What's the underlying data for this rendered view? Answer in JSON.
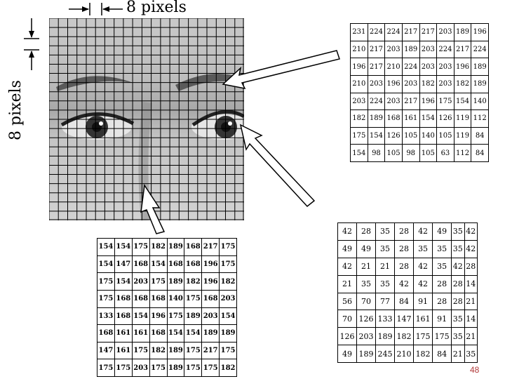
{
  "labels": {
    "top": "8 pixels",
    "left": "8 pixels"
  },
  "matrices": {
    "top_right": [
      [
        "231",
        "224",
        "224",
        "217",
        "217",
        "203",
        "189",
        "196"
      ],
      [
        "210",
        "217",
        "203",
        "189",
        "203",
        "224",
        "217",
        "224"
      ],
      [
        "196",
        "217",
        "210",
        "224",
        "203",
        "203",
        "196",
        "189"
      ],
      [
        "210",
        "203",
        "196",
        "203",
        "182",
        "203",
        "182",
        "189"
      ],
      [
        "203",
        "224",
        "203",
        "217",
        "196",
        "175",
        "154",
        "140"
      ],
      [
        "182",
        "189",
        "168",
        "161",
        "154",
        "126",
        "119",
        "112"
      ],
      [
        "175",
        "154",
        "126",
        "105",
        "140",
        "105",
        "119",
        "84"
      ],
      [
        "154",
        "98",
        "105",
        "98",
        "105",
        "63",
        "112",
        "84"
      ]
    ],
    "bottom_left": [
      [
        "154",
        "154",
        "175",
        "182",
        "189",
        "168",
        "217",
        "175"
      ],
      [
        "154",
        "147",
        "168",
        "154",
        "168",
        "168",
        "196",
        "175"
      ],
      [
        "175",
        "154",
        "203",
        "175",
        "189",
        "182",
        "196",
        "182"
      ],
      [
        "175",
        "168",
        "168",
        "168",
        "140",
        "175",
        "168",
        "203"
      ],
      [
        "133",
        "168",
        "154",
        "196",
        "175",
        "189",
        "203",
        "154"
      ],
      [
        "168",
        "161",
        "161",
        "168",
        "154",
        "154",
        "189",
        "189"
      ],
      [
        "147",
        "161",
        "175",
        "182",
        "189",
        "175",
        "217",
        "175"
      ],
      [
        "175",
        "175",
        "203",
        "175",
        "189",
        "175",
        "175",
        "182"
      ]
    ],
    "bottom_right": [
      [
        "42",
        "28",
        "35",
        "28",
        "42",
        "49",
        "35",
        "42"
      ],
      [
        "49",
        "49",
        "35",
        "28",
        "35",
        "35",
        "35",
        "42"
      ],
      [
        "42",
        "21",
        "21",
        "28",
        "42",
        "35",
        "42",
        "28"
      ],
      [
        "21",
        "35",
        "35",
        "42",
        "42",
        "28",
        "28",
        "14"
      ],
      [
        "56",
        "70",
        "77",
        "84",
        "91",
        "28",
        "28",
        "21"
      ],
      [
        "70",
        "126",
        "133",
        "147",
        "161",
        "91",
        "35",
        "14"
      ],
      [
        "126",
        "203",
        "189",
        "182",
        "175",
        "175",
        "35",
        "21"
      ],
      [
        "49",
        "189",
        "245",
        "210",
        "182",
        "84",
        "21",
        "35"
      ]
    ]
  },
  "page_number": "48",
  "colors": {
    "page_number": "#b23b3b",
    "grid": "#000000"
  }
}
